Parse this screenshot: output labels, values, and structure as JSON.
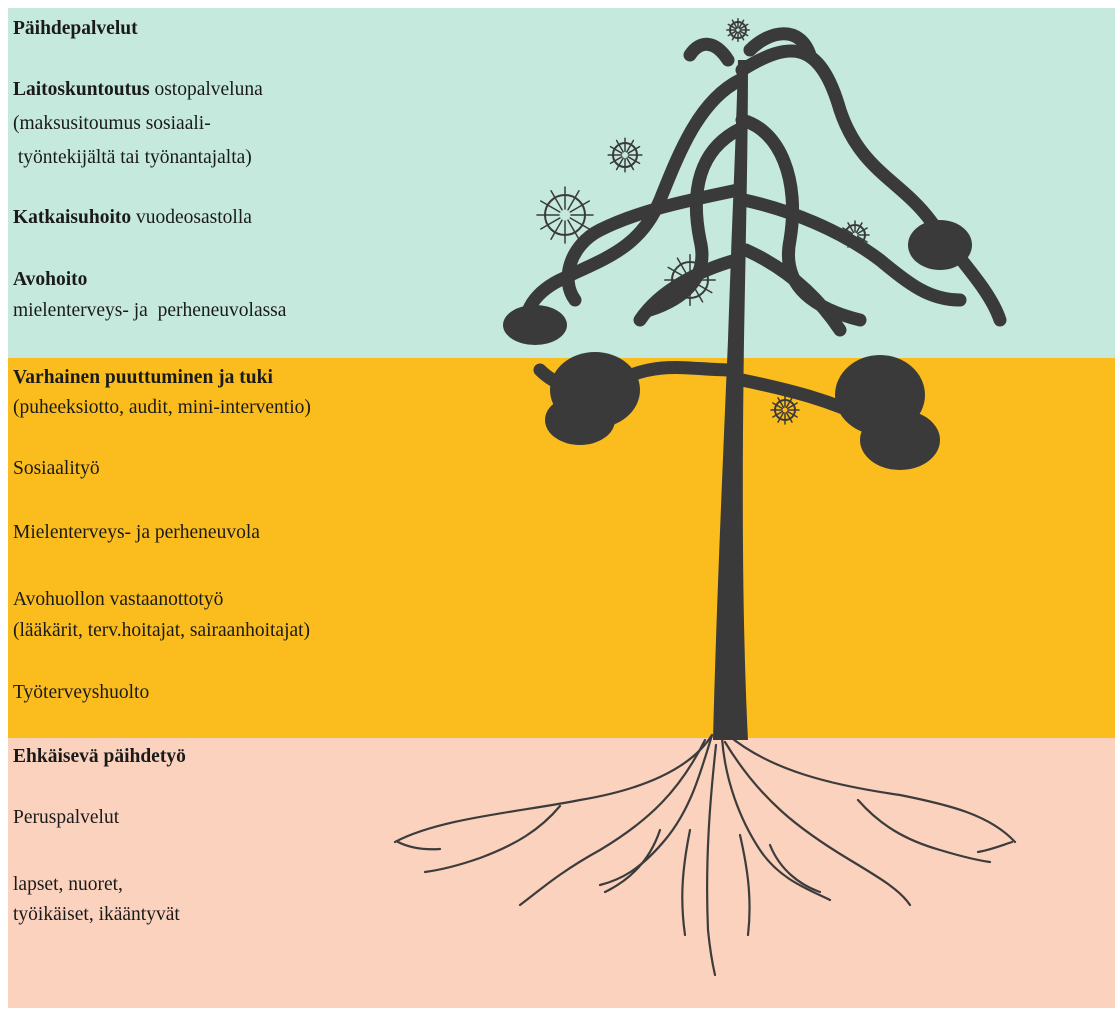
{
  "colors": {
    "top_band": "#c5e9dc",
    "middle_band": "#fbbd1e",
    "bottom_band": "#fbd2bd",
    "tree": "#3a3a3a",
    "roots": "#3c3c3c"
  },
  "levels": {
    "top": {
      "heading": "Päihdepalvelut",
      "laitos_bold": "Laitoskuntoutus",
      "laitos_rest": " ostopalveluna",
      "laitos_line2": "(maksusitoumus sosiaali-",
      "laitos_line3": " työntekijältä tai työnantajalta)",
      "katkaisu_bold": "Katkaisuhoito",
      "katkaisu_rest": " vuodeosastolla",
      "avohoito_bold": "Avohoito",
      "avohoito_line2": "mielenterveys- ja  perheneuvolassa"
    },
    "middle": {
      "heading": "Varhainen puuttuminen ja tuki",
      "heading_line2": "(puheeksiotto, audit, mini-interventio)",
      "item1": "Sosiaalityö",
      "item2": "Mielenterveys- ja perheneuvola",
      "item3": "Avohuollon vastaanottotyö",
      "item3_line2": "(lääkärit, terv.hoitajat, sairaanhoitajat)",
      "item4": "Työterveyshuolto"
    },
    "bottom": {
      "heading": "Ehkäisevä päihdetyö",
      "item1": "Peruspalvelut",
      "item2": "lapset, nuoret,",
      "item2_line2": "työikäiset, ikääntyvät"
    }
  },
  "illustration": {
    "icon": "tree-illustration-icon"
  }
}
